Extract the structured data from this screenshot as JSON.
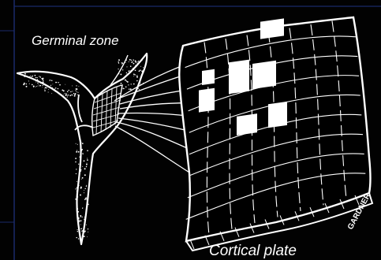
{
  "labels": {
    "germinal_zone": "Germinal zone",
    "cortical_plate": "Cortical plate",
    "signature": "GARDNER"
  },
  "colors": {
    "background": "#020202",
    "ink": "#ffffff",
    "frame": "#1a2a6a"
  }
}
